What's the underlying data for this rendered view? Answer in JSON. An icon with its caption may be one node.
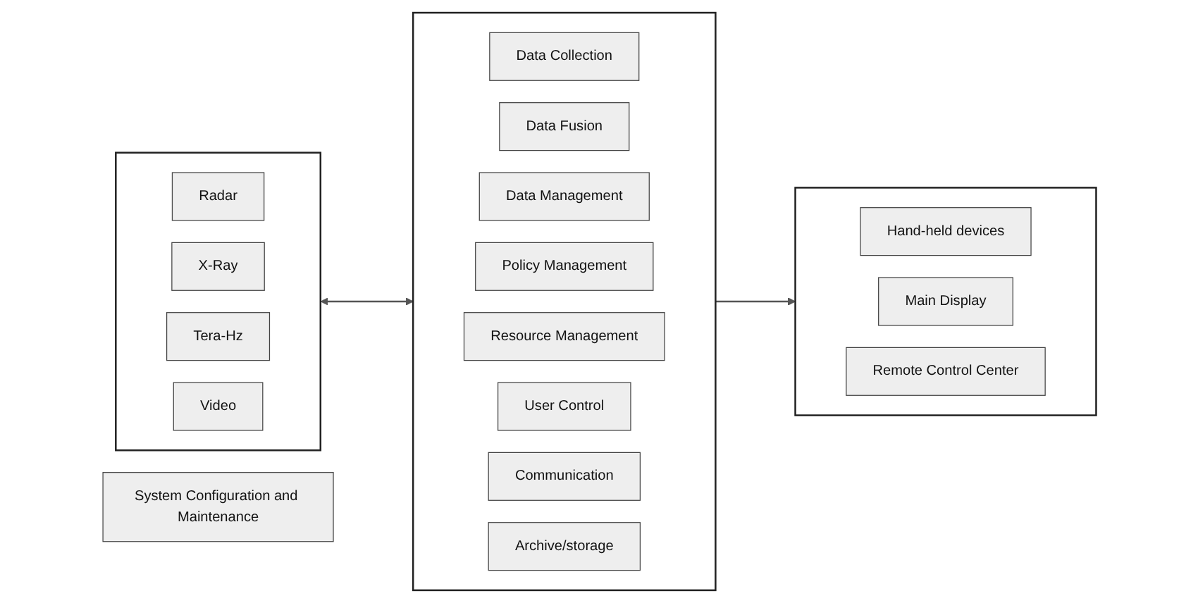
{
  "diagram": {
    "nodes": [
      {
        "text": [],
        "shape": "box"
      },
      {
        "text": [
          "Radar"
        ],
        "in": 0
      },
      {
        "text": [
          "X-Ray"
        ],
        "in": 0
      },
      {
        "text": [
          "Tera-Hz"
        ],
        "in": 0
      },
      {
        "text": [
          "Video"
        ],
        "in": 0
      },
      {
        "text": [],
        "shape": "box"
      },
      {
        "text": [
          "Data Collection"
        ],
        "in": 5
      },
      {
        "text": [
          "Data Fusion"
        ],
        "in": 5
      },
      {
        "text": [
          "Data Management"
        ],
        "in": 5
      },
      {
        "text": [
          "Policy Management"
        ],
        "in": 5
      },
      {
        "text": [
          "Resource Management"
        ],
        "in": 5
      },
      {
        "text": [
          "User Control"
        ],
        "in": 5
      },
      {
        "text": [
          "Communication"
        ],
        "in": 5
      },
      {
        "text": [
          "Archive/storage"
        ],
        "in": 5
      },
      {
        "text": [],
        "shape": "box"
      },
      {
        "text": [
          "Hand-held devices"
        ],
        "in": 14
      },
      {
        "text": [
          "Main Display"
        ],
        "in": 14
      },
      {
        "text": [
          "Remote Control Center"
        ],
        "in": 14
      },
      {
        "text": [
          "System Configuration and Maintenance"
        ]
      }
    ],
    "edges": [
      {
        "from": 0,
        "to": 5,
        "arrow": "both"
      },
      {
        "from": 5,
        "to": 14,
        "arrow": "to"
      }
    ]
  }
}
